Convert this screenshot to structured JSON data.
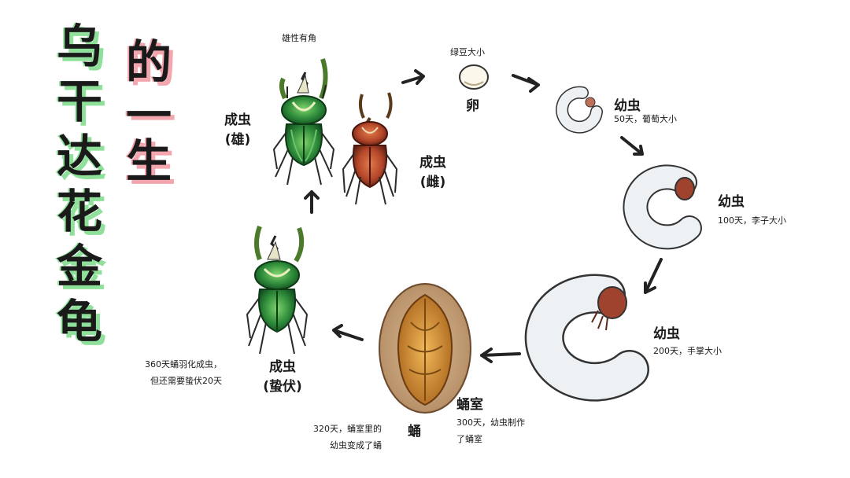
{
  "title": {
    "column1": [
      "乌",
      "干",
      "达",
      "花",
      "金",
      "龟"
    ],
    "column2": [
      "的",
      "一",
      "生"
    ]
  },
  "stages": {
    "adult_male_note": "雄性有角",
    "adult_male": "成虫\n(雄)",
    "adult_female": "成虫\n(雌)",
    "egg_size": "绿豆大小",
    "egg": "卵",
    "larva1": "幼虫",
    "larva1_desc": "50天，葡萄大小",
    "larva2": "幼虫",
    "larva2_desc": "100天，李子大小",
    "larva3": "幼虫",
    "larva3_desc": "200天，手掌大小",
    "pupal_chamber": "蛹室",
    "pupal_chamber_desc": "300天，幼虫制作\n了蛹室",
    "pupa": "蛹",
    "pupa_desc": "320天，蛹室里的\n幼虫变成了蛹",
    "dormant_adult": "成虫\n(蛰伏)",
    "dormant_desc": "360天蛹羽化成虫，\n但还需要蛰伏20天"
  },
  "colors": {
    "title_shadow_green": "#8fe09a",
    "title_shadow_pink": "#f3a6ad",
    "beetle_green": "#2e8b3a",
    "beetle_red": "#b5472a",
    "larva_white": "#eef1f4",
    "larva_head": "#a0432e",
    "pupa_gold": "#d08a2a",
    "chamber_brown": "#c9a27a"
  }
}
